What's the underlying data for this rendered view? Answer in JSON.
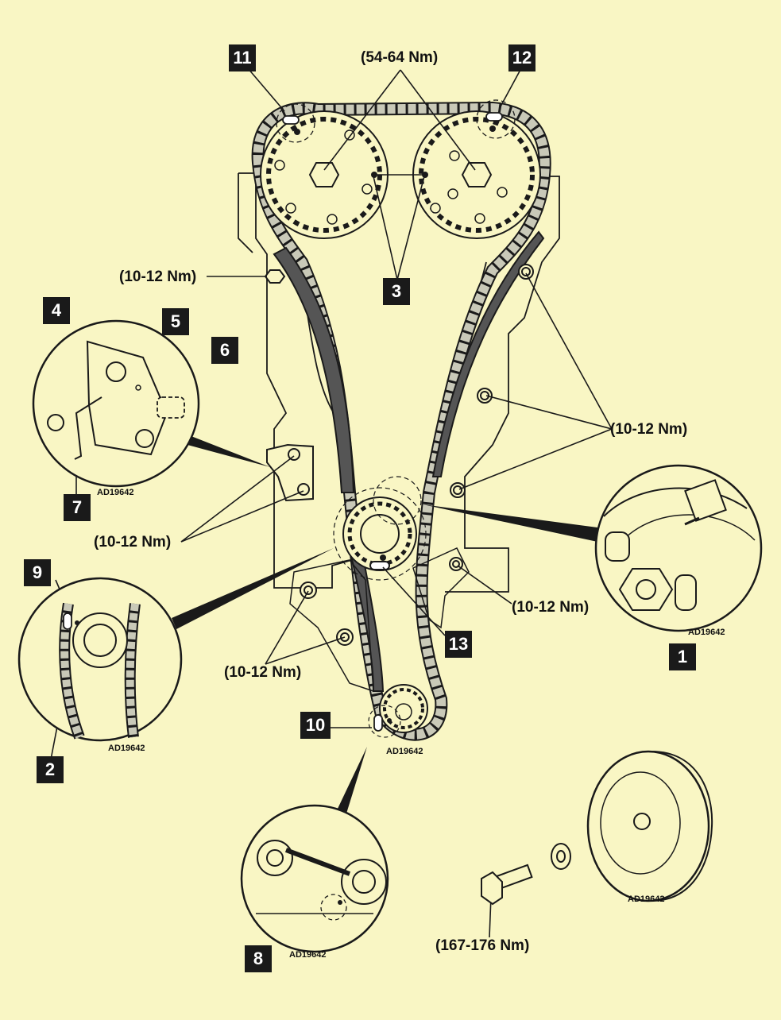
{
  "callouts": [
    "1",
    "2",
    "3",
    "4",
    "5",
    "6",
    "7",
    "8",
    "9",
    "10",
    "11",
    "12",
    "13"
  ],
  "torque": {
    "camshaft_bolts": "(54-64 Nm)",
    "upper_left_bolt": "(10-12 Nm)",
    "right_guide_bolts": "(10-12 Nm)",
    "tensioner_bolts": "(10-12 Nm)",
    "lower_right_bolt": "(10-12 Nm)",
    "lower_guide_bolts": "(10-12 Nm)",
    "pulley_bolt": "(167-176 Nm)"
  },
  "figure_code": "AD19642",
  "colors": {
    "background": "#f9f6c4",
    "line": "#1a1a1a",
    "chain_link": "#c9c9b8",
    "label_box": "#1a1a1a"
  }
}
